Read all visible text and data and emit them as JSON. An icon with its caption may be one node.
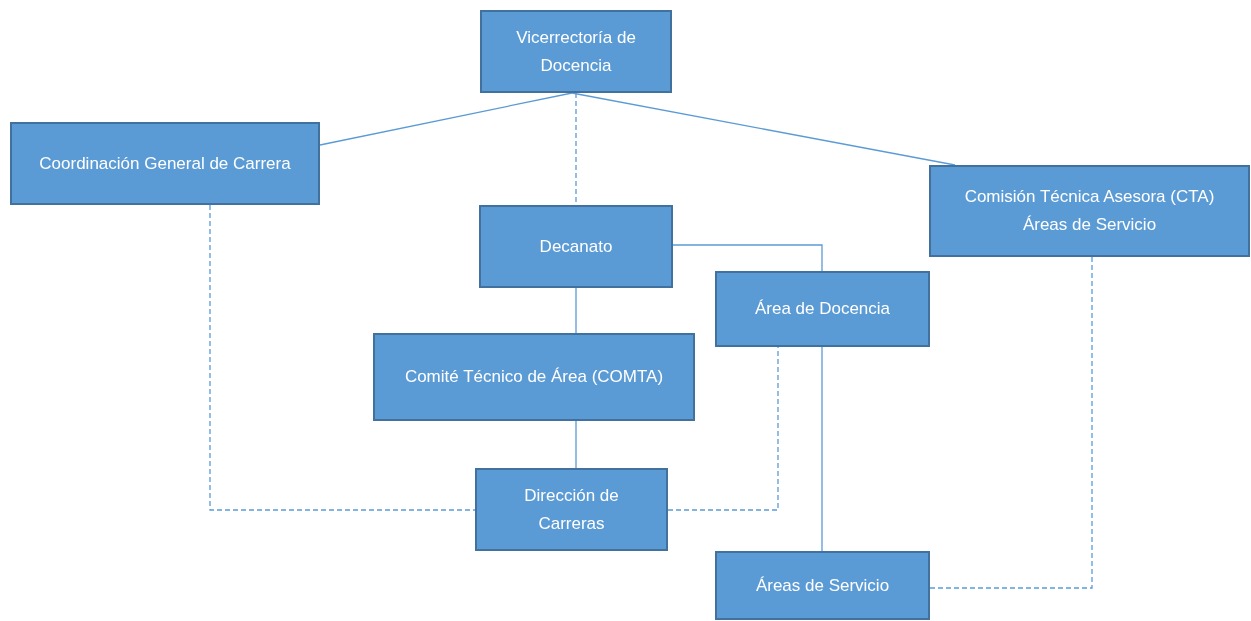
{
  "diagram": {
    "nodes": [
      {
        "text": [
          "Vicerrectoría de Docencia"
        ]
      },
      {
        "text": [
          "Coordinación General de Carrera"
        ]
      },
      {
        "text": [
          "Comisión Técnica Asesora (CTA) Áreas de Servicio"
        ]
      },
      {
        "text": [
          "Decanato"
        ]
      },
      {
        "text": [
          "Área de Docencia"
        ]
      },
      {
        "text": [
          "Comité Técnico de Área (COMTA)"
        ]
      },
      {
        "text": [
          "Dirección de Carreras"
        ]
      },
      {
        "text": [
          "Áreas de Servicio"
        ]
      }
    ],
    "edges": [
      {
        "from": 0,
        "to": 1,
        "arrow": "none"
      },
      {
        "from": 0,
        "to": 2,
        "arrow": "none"
      },
      {
        "from": 0,
        "to": 3,
        "arrow": "none",
        "style": "dashed"
      },
      {
        "from": 3,
        "to": 4,
        "arrow": "none"
      },
      {
        "from": 3,
        "to": 5,
        "arrow": "none"
      },
      {
        "from": 5,
        "to": 6,
        "arrow": "none"
      },
      {
        "from": 1,
        "to": 6,
        "arrow": "none",
        "style": "dashed"
      },
      {
        "from": 6,
        "to": 4,
        "arrow": "none",
        "style": "dashed"
      },
      {
        "from": 4,
        "to": 7,
        "arrow": "none"
      },
      {
        "from": 2,
        "to": 7,
        "arrow": "none",
        "style": "dashed"
      }
    ]
  }
}
